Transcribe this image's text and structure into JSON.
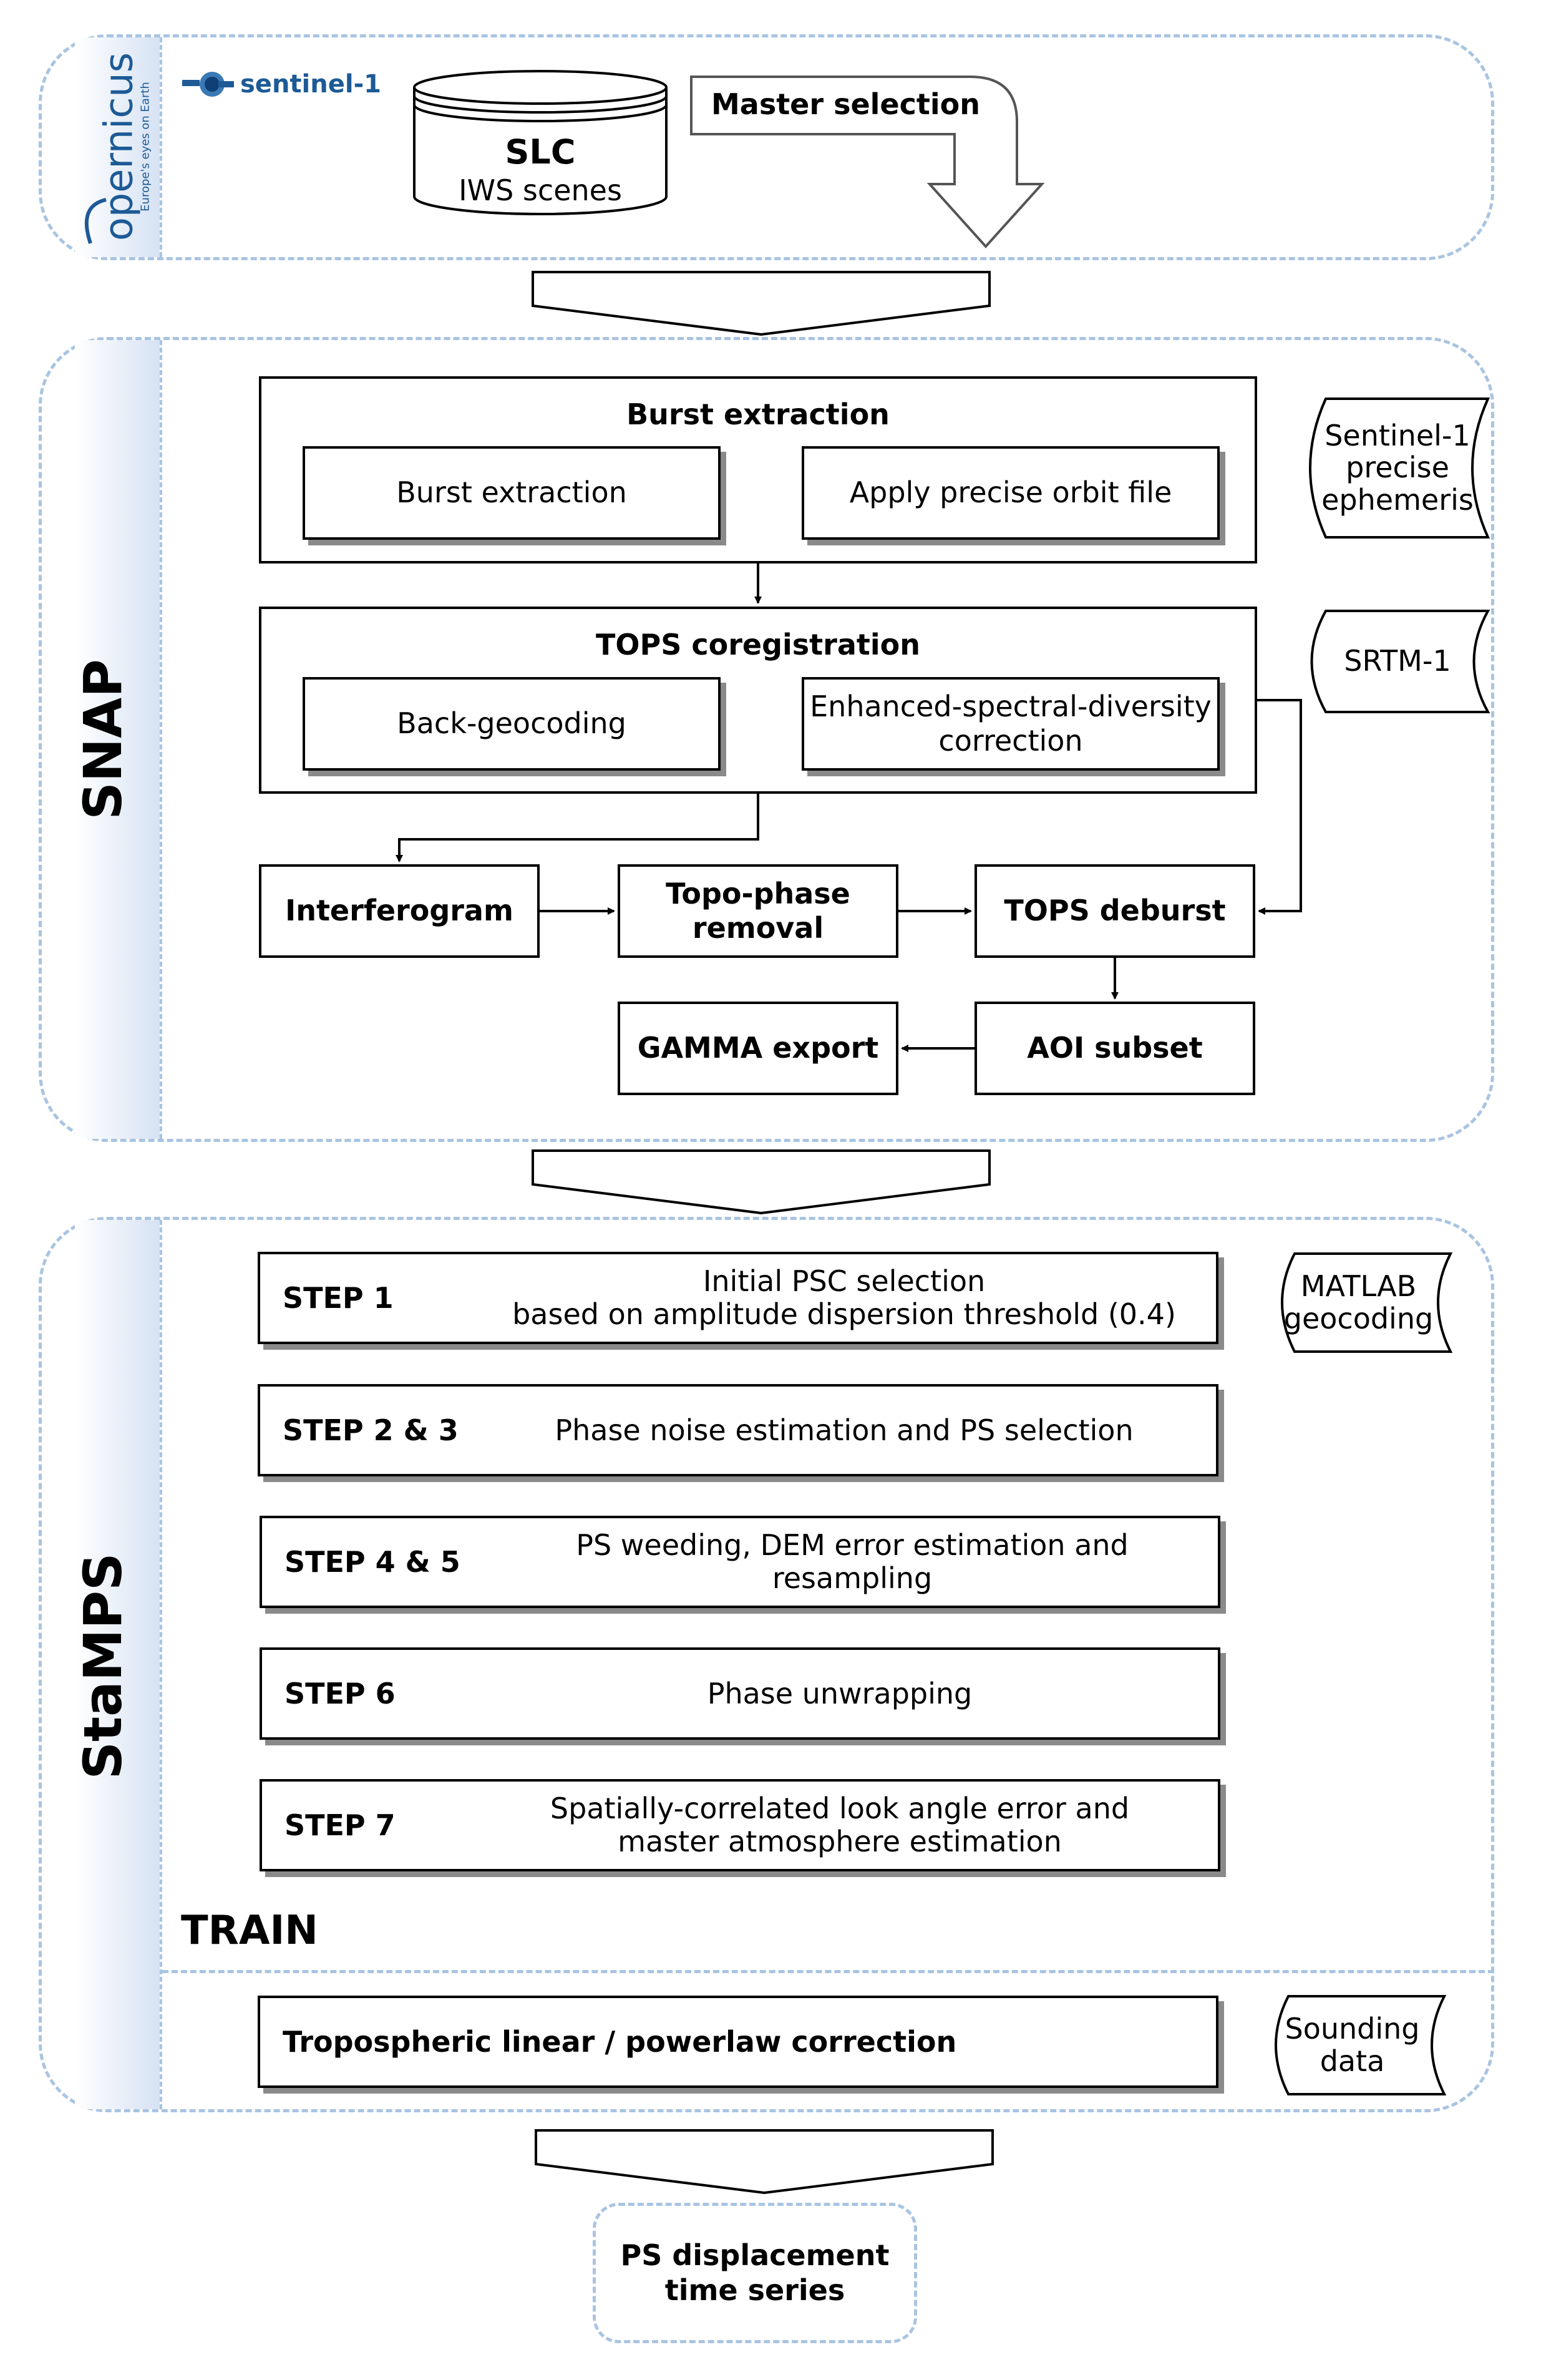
{
  "sections": {
    "copernicus": {
      "logo_text": "opernicus",
      "logo_subtext": "Europe's eyes on Earth",
      "sentinel_text": "sentinel-1"
    },
    "snap": {
      "label": "SNAP"
    },
    "stamps": {
      "label": "StaMPS"
    }
  },
  "inputs": {
    "slc_title": "SLC",
    "slc_subtitle": "IWS scenes",
    "master_selection": "Master selection"
  },
  "snap": {
    "burst_group": {
      "title": "Burst extraction",
      "left": "Burst extraction",
      "right": "Apply precise orbit file"
    },
    "tops_group": {
      "title": "TOPS coregistration",
      "left": "Back-geocoding",
      "right_line1": "Enhanced-spectral-diversity",
      "right_line2": "correction"
    },
    "interferogram": "Interferogram",
    "topo_line1": "Topo-phase",
    "topo_line2": "removal",
    "tops_deburst": "TOPS deburst",
    "gamma_export": "GAMMA export",
    "aoi_subset": "AOI subset",
    "sentinel_doc_line1": "Sentinel-1",
    "sentinel_doc_line2": "precise",
    "sentinel_doc_line3": "ephemeris",
    "srtm_doc": "SRTM-1"
  },
  "stamps": {
    "steps": [
      {
        "label": "STEP 1",
        "line1": "Initial PSC selection",
        "line2": "based on amplitude dispersion threshold (0.4)"
      },
      {
        "label": "STEP 2 & 3",
        "line1": "Phase noise estimation and PS selection",
        "line2": ""
      },
      {
        "label": "STEP 4 & 5",
        "line1": "PS weeding, DEM error estimation and",
        "line2": "resampling"
      },
      {
        "label": "STEP 6",
        "line1": "Phase unwrapping",
        "line2": ""
      },
      {
        "label": "STEP 7",
        "line1": "Spatially-correlated look angle error and",
        "line2": "master atmosphere estimation"
      }
    ],
    "train_label": "TRAIN",
    "troposphere": "Tropospheric linear / powerlaw correction",
    "matlab_doc_line1": "MATLAB",
    "matlab_doc_line2": "geocoding",
    "sounding_doc_line1": "Sounding",
    "sounding_doc_line2": "data"
  },
  "output": {
    "line1": "PS displacement",
    "line2": "time series"
  },
  "colors": {
    "dashed_border": "#a9c4e2",
    "sidebar_tint": "#d6e2f3",
    "shadow": "#8a8a8a",
    "sentinel_blue": "#1d5a96"
  }
}
